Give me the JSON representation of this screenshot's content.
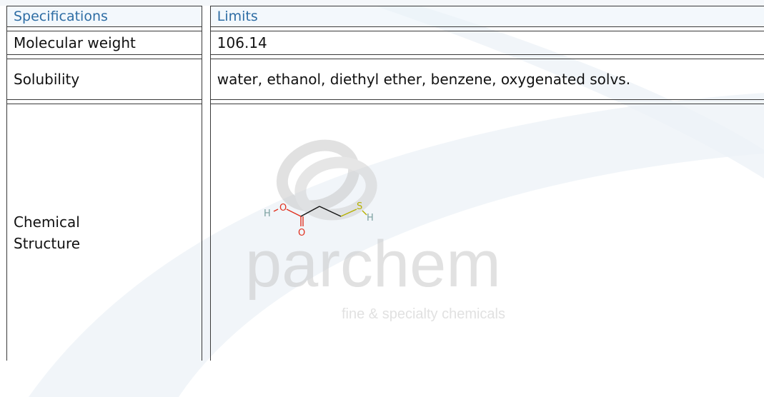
{
  "table": {
    "header": {
      "col1": "Specifications",
      "col2": "Limits"
    },
    "rows": [
      {
        "label": "Molecular weight",
        "value": "106.14"
      },
      {
        "label": "Solubility",
        "value": "water, ethanol, diethyl ether, benzene, oxygenated solvs."
      },
      {
        "label": "Chemical Structure",
        "value": ""
      }
    ]
  },
  "structure": {
    "atoms": [
      "H",
      "O",
      "O",
      "S",
      "H"
    ]
  },
  "watermark": {
    "brand": "parchem",
    "tagline": "fine & specialty chemicals"
  },
  "colors": {
    "header_text": "#2e6da4",
    "oxygen": "#e0301e",
    "sulfur": "#b5b000",
    "hydrogen": "#7aa0a0",
    "watermark": "#c9c9c9"
  }
}
